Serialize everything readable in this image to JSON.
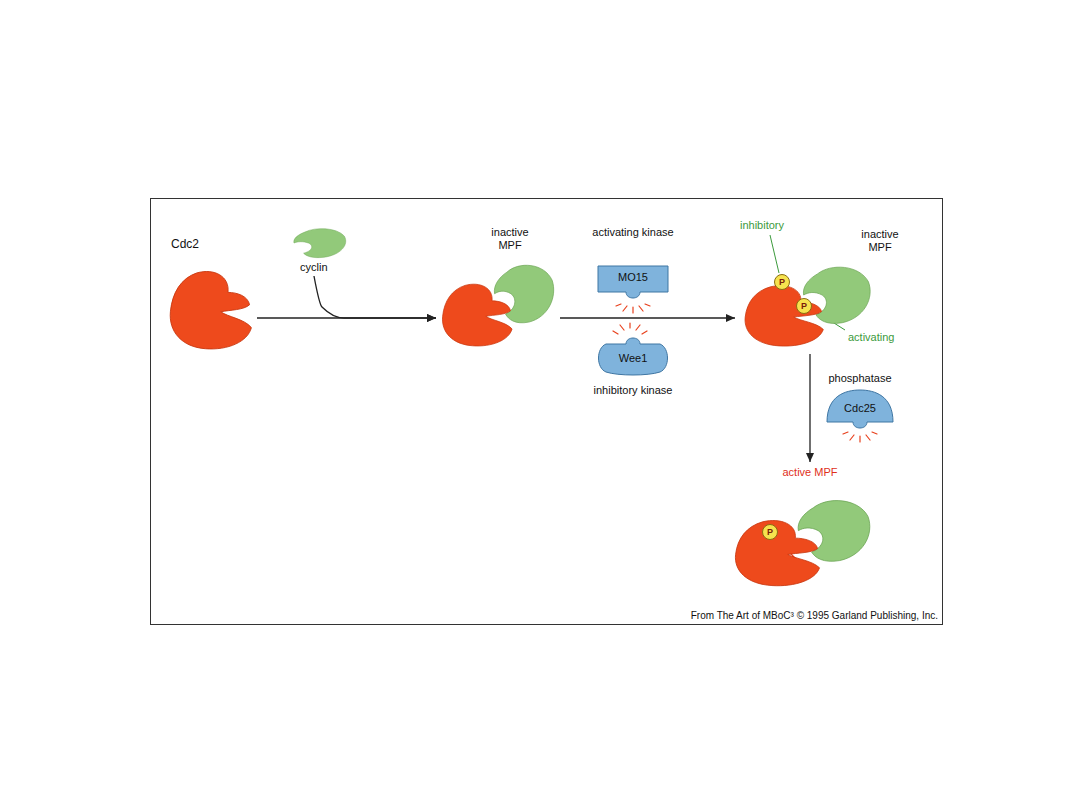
{
  "diagram": {
    "caption": "From The Art of MBoC³ © 1995 Garland Publishing, Inc.",
    "nodes": [
      {
        "text": [
          "Cdc2"
        ]
      },
      {
        "text": [
          "cyclin"
        ]
      },
      {
        "text": [
          "inactive MPF"
        ]
      },
      {
        "text": [
          "activating kinase",
          "MO15"
        ]
      },
      {
        "text": [
          "Wee1",
          "inhibitory kinase"
        ]
      },
      {
        "text": [
          "inactive MPF"
        ]
      },
      {
        "text": [
          "P"
        ],
        "in": 5
      },
      {
        "text": [
          "P"
        ],
        "in": 5
      },
      {
        "text": [
          "phosphatase",
          "Cdc25"
        ]
      },
      {
        "text": [
          "active MPF"
        ]
      },
      {
        "text": [
          "P"
        ],
        "in": 9
      }
    ],
    "edges": [
      {
        "from": 0,
        "to": 2,
        "arrow": "to"
      },
      {
        "from": 1,
        "to": 2,
        "arrow": "to"
      },
      {
        "from": 2,
        "to": 5,
        "arrow": "to"
      },
      {
        "from": 5,
        "to": 9,
        "arrow": "to"
      }
    ],
    "labels": [
      "inhibitory",
      "activating"
    ]
  }
}
